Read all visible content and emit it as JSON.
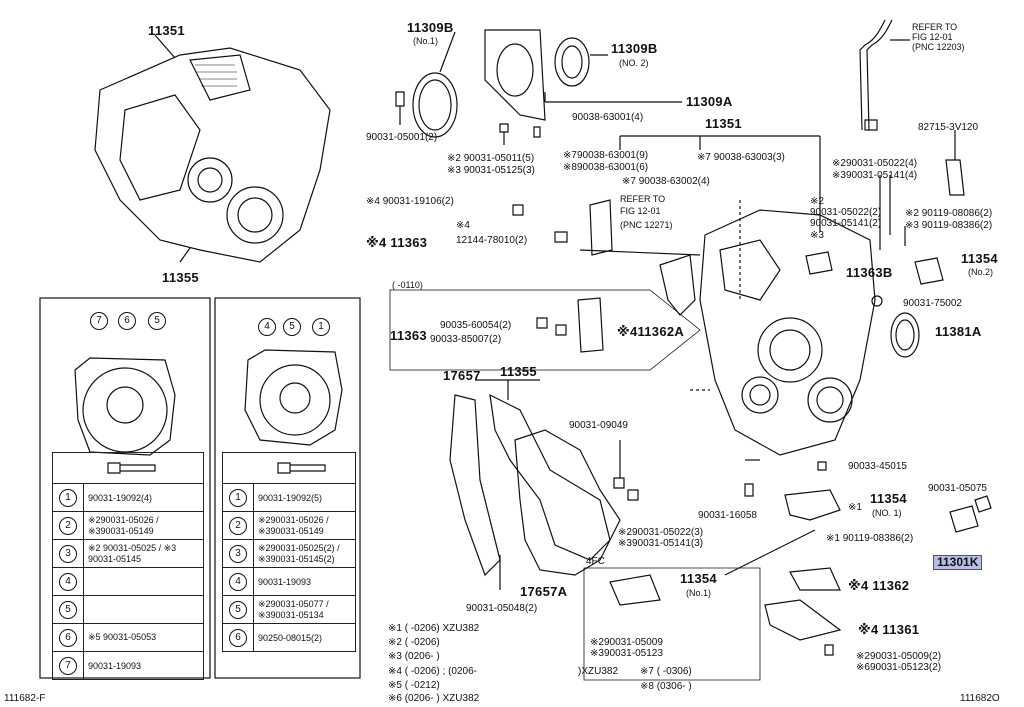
{
  "labels": {
    "p11351_top": "11351",
    "p11355_bottom": "11355",
    "p11309B_1": "11309B",
    "p11309B_1_sub": "(No.1)",
    "p11309B_2": "11309B",
    "p11309B_2_sub": "(NO. 2)",
    "p11309A": "11309A",
    "b90031_05001": "90031-05001(2)",
    "b90038_63001_4": "90038-63001(4)",
    "p11351_mid": "11351",
    "b_note2_05011": "※2 90031-05011(5)",
    "b_note3_05125": "※3 90031-05125(3)",
    "b_note7_63001": "※790038-63001(9)",
    "b_note8_63001": "※890038-63001(6)",
    "b_note7_63003": "※7 90038-63003(3)",
    "b_note7_63002": "※7 90038-63002(4)",
    "refer_top": "REFER TO",
    "refer_top_fig": "FIG 12-01",
    "refer_top_pnc": "(PNC 12203)",
    "p82715": "82715-3V120",
    "b_note2_05022_4": "※290031-05022(4)",
    "b_note3_05141_4": "※390031-05141(4)",
    "b_note4_19106": "※4 90031-19106(2)",
    "refer_mid": "REFER TO",
    "refer_mid_fig": "FIG 12-01",
    "refer_mid_pnc": "(PNC 12271)",
    "note2": "※2",
    "b05022_2": "90031-05022(2)",
    "b05141_2": "90031-05141(2)",
    "note3": "※3",
    "b_note2_08086": "※2  90119-08086(2)",
    "b_note3_08386": "※3  90119-08386(2)",
    "note4_small": "※4",
    "p12144": "12144-78010(2)",
    "p11363_a": "※4 11363",
    "p11363B": "11363B",
    "p11354_no2": "11354",
    "p11354_no2_sub": "(No.2)",
    "period_0110": "(      -0110)",
    "b75002": "90031-75002",
    "p11363_b": "11363",
    "b60054": "90035-60054(2)",
    "b85007": "90033-85007(2)",
    "p11362A": "※411362A",
    "p11381A": "11381A",
    "p17657": "17657",
    "p11355_mid": "11355",
    "b09049": "90031-09049",
    "b45015": "90033-45015",
    "b05075": "90031-05075",
    "p11354_no1": "11354",
    "p11354_no1_sub": "(NO. 1)",
    "note1": "※1",
    "b16058": "90031-16058",
    "b_note2_05022_3": "※290031-05022(3)",
    "b_note3_05141_3": "※390031-05141(3)",
    "b_note1_08386": "※1 90119-08386(2)",
    "p11301K": "11301K",
    "p17657A": "17657A",
    "fc4": "4FC",
    "p11354_bot": "11354",
    "p11354_bot_sub": "(No.1)",
    "p11362": "※4 11362",
    "b05048": "90031-05048(2)",
    "b_note2_05009_a": "※290031-05009",
    "b_note3_05123_a": "※390031-05123",
    "p11361": "※4 11361",
    "b_note2_05009_b": "※290031-05009(2)",
    "b_note6_05123_b": "※690031-05123(2)",
    "fn1": "※1 (      -0206) XZU382",
    "fn2": "※2 (      -0206)",
    "fn3": "※3 (0206-      )",
    "fn4": "※4 (      -0206) ; (0206-",
    "fn4b": ")XZU382",
    "fn5": "※5 (      -0212)",
    "fn6": "※6 (0206-      ) XZU382",
    "fn7": "※7 (      -0306)",
    "fn8": "※8 (0306-      )",
    "code_left": "111682-F",
    "code_right": "111682O"
  },
  "table_left": [
    {
      "n": "1",
      "text": "90031-19092(4)"
    },
    {
      "n": "2",
      "text": "※290031-05026 / ※390031-05149"
    },
    {
      "n": "3",
      "text": "※2 90031-05025 / ※3 90031-05145"
    },
    {
      "n": "4",
      "text": ""
    },
    {
      "n": "5",
      "text": ""
    },
    {
      "n": "6",
      "text": "※5 90031-05053"
    },
    {
      "n": "7",
      "text": "90031-19093"
    }
  ],
  "table_right": [
    {
      "n": "1",
      "text": "90031-19092(5)"
    },
    {
      "n": "2",
      "text": "※290031-05026 / ※390031-05149"
    },
    {
      "n": "3",
      "text": "※290031-05025(2) / ※390031-05145(2)"
    },
    {
      "n": "4",
      "text": "90031-19093"
    },
    {
      "n": "5",
      "text": "※290031-05077 / ※390031-05134"
    },
    {
      "n": "6",
      "text": "90250-08015(2)"
    }
  ],
  "colors": {
    "highlight": "#b8bde8",
    "ink": "#111111"
  }
}
